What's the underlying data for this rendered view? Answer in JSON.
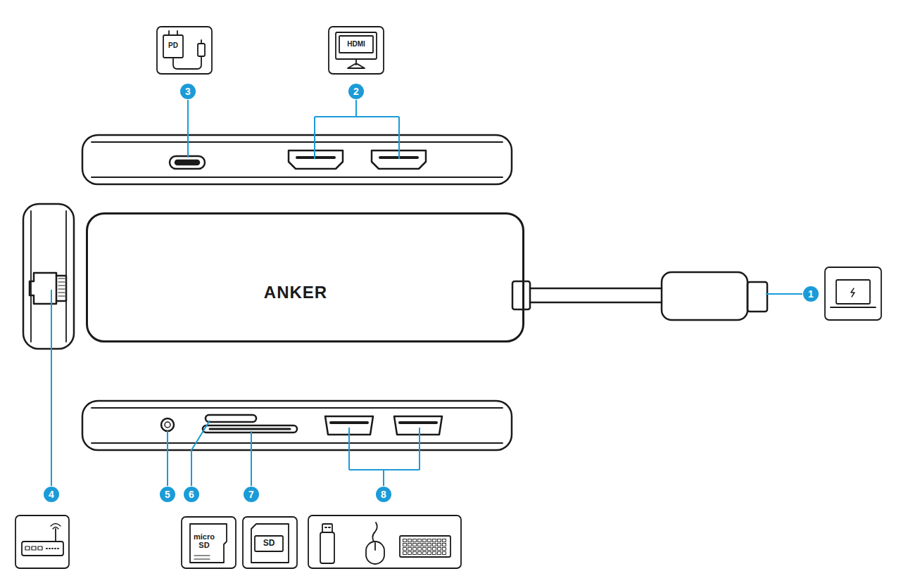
{
  "diagram": {
    "nodes": [
      {
        "text": [
          "PD"
        ]
      },
      {
        "text": [
          "HDMI"
        ]
      },
      {
        "text": [
          "ANKER"
        ]
      },
      {
        "text": [
          "micro SD"
        ]
      },
      {
        "text": [
          "SD"
        ]
      }
    ],
    "labels": [
      "3",
      "2",
      "1",
      "4",
      "5",
      "6",
      "7",
      "8"
    ]
  }
}
